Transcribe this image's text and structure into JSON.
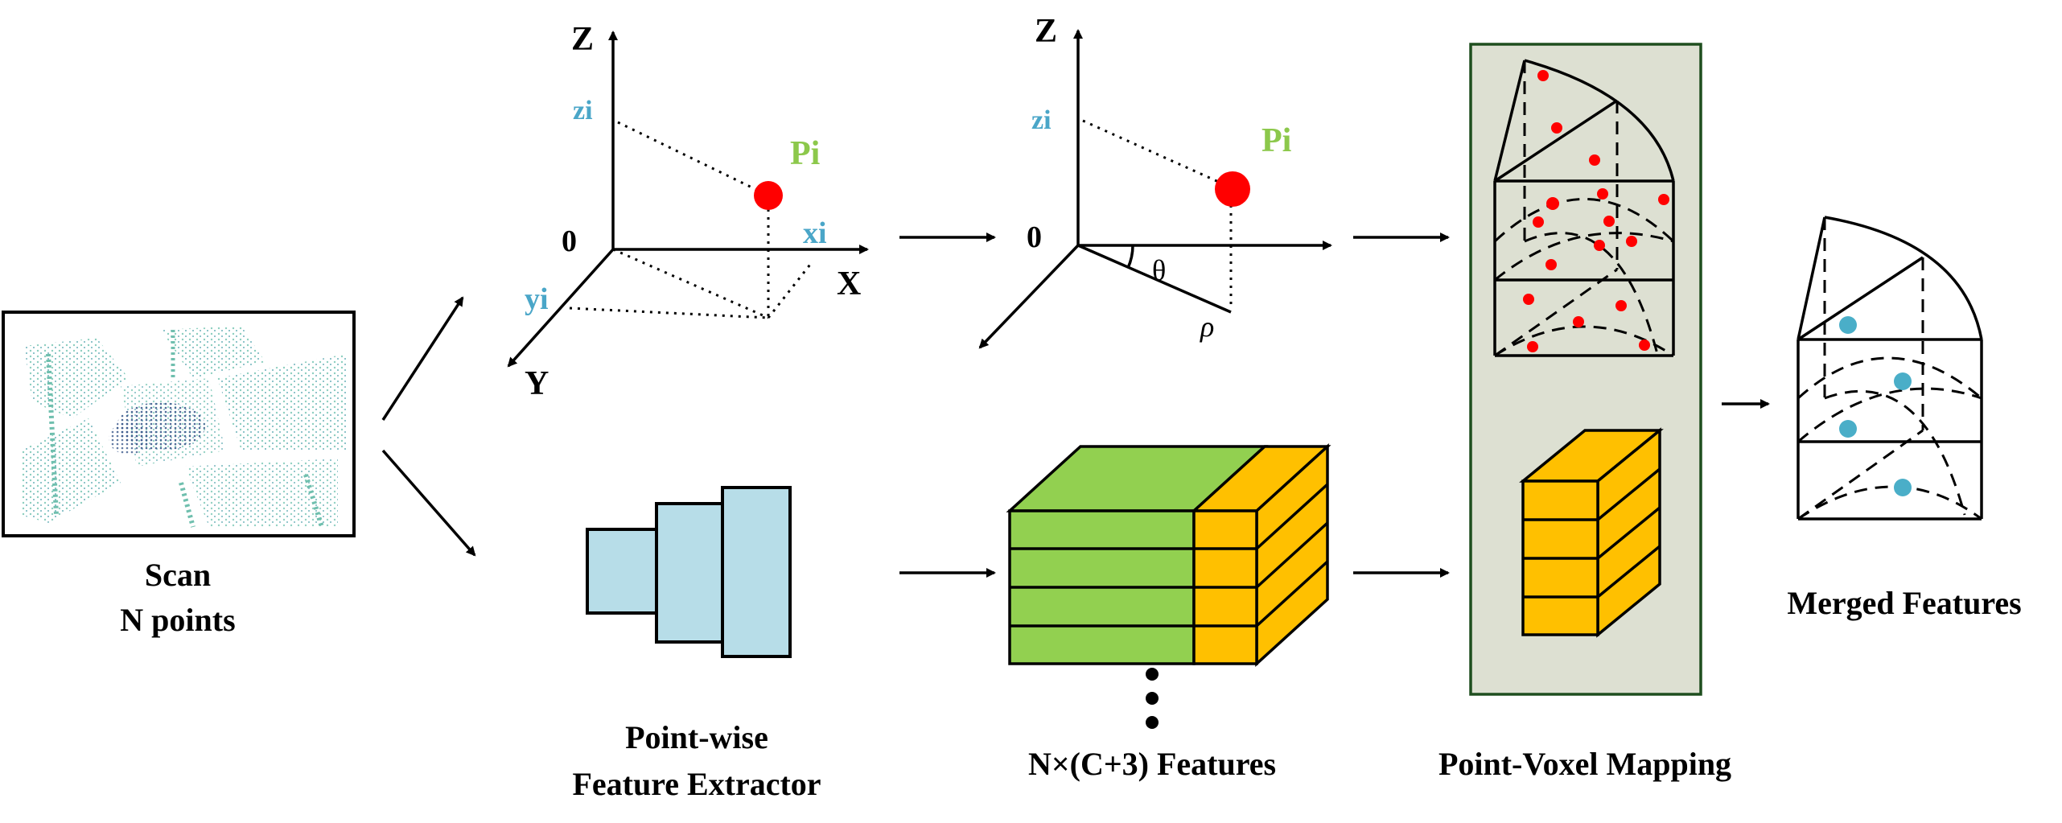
{
  "scan": {
    "title": "Scan",
    "subtitle": "N points"
  },
  "cartesian": {
    "axis_z": "Z",
    "axis_x": "X",
    "axis_y": "Y",
    "origin": "0",
    "z_coord": "zi",
    "x_coord": "xi",
    "y_coord": "yi",
    "point_label": "Pi"
  },
  "cylindrical": {
    "axis_z": "Z",
    "origin": "0",
    "z_coord": "zi",
    "angle": "θ",
    "radius": "ρ",
    "point_label": "Pi"
  },
  "extractor": {
    "caption_line1": "Point-wise",
    "caption_line2": "Feature Extractor"
  },
  "features": {
    "caption": "N×(C+3) Features"
  },
  "mapping": {
    "caption": "Point-Voxel Mapping"
  },
  "merged": {
    "caption": "Merged Features"
  },
  "colors": {
    "point_red": "#ff0000",
    "label_blue": "#4aa6c8",
    "label_green": "#8cc84b",
    "feature_green": "#92d050",
    "feature_orange": "#ffc000",
    "extractor_blue": "#b7dde8",
    "mapping_panel": "#dde0d2",
    "merged_dot": "#4aaec8"
  }
}
